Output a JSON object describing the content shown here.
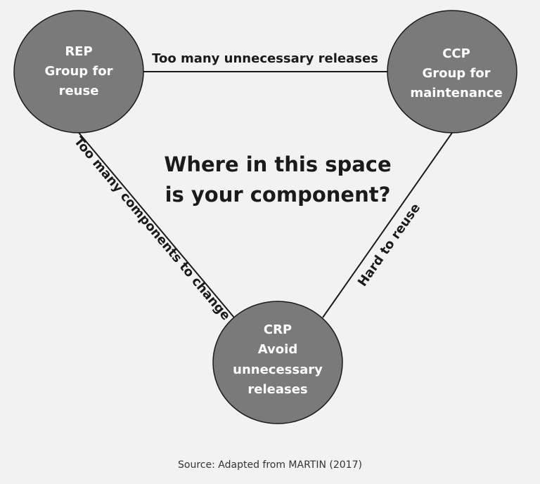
{
  "diagram": {
    "nodes": {
      "rep": {
        "lines": [
          "REP",
          "Group for",
          "reuse"
        ]
      },
      "ccp": {
        "lines": [
          "CCP",
          "Group for",
          "maintenance"
        ]
      },
      "crp": {
        "lines": [
          "CRP",
          "Avoid",
          "unnecessary",
          "releases"
        ]
      }
    },
    "edges": {
      "top_label": "Too many unnecessary releases",
      "left_label": "Too many components to change",
      "right_label": "Hard to reuse"
    },
    "question": {
      "line1": "Where in this space",
      "line2": "is your component?"
    }
  },
  "footer": {
    "source": "Source: Adapted from MARTIN (2017)"
  }
}
